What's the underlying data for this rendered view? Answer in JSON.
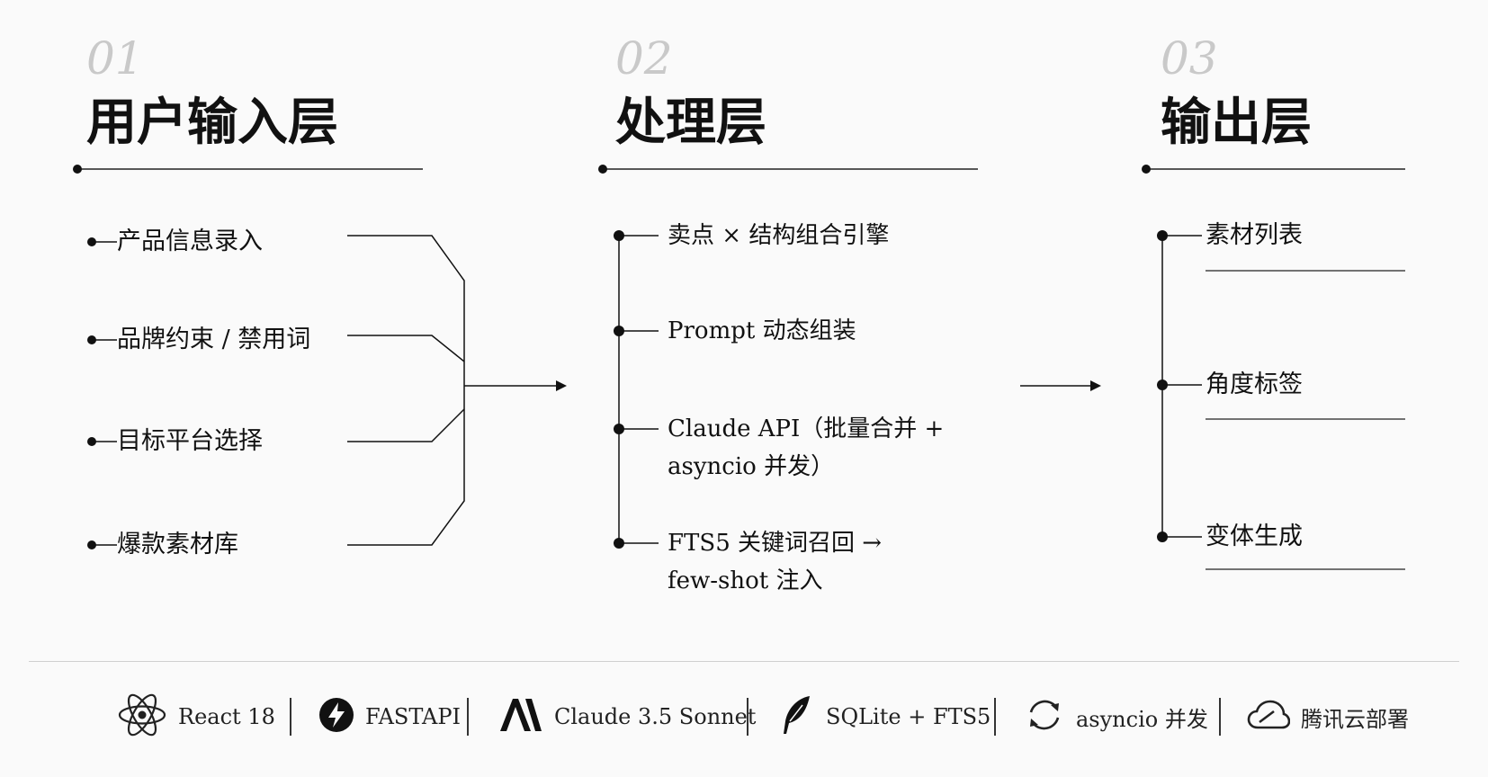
{
  "columns": [
    {
      "number": "01",
      "title": "用户输入层",
      "items": [
        "产品信息录入",
        "品牌约束 / 禁用词",
        "目标平台选择",
        "爆款素材库"
      ]
    },
    {
      "number": "02",
      "title": "处理层",
      "items": [
        {
          "line1": "卖点 × 结构组合引擎",
          "line2": ""
        },
        {
          "line1": "Prompt 动态组装",
          "line2": ""
        },
        {
          "line1": "Claude API（批量合并 +",
          "line2": "asyncio 并发）"
        },
        {
          "line1": "FTS5 关键词召回 →",
          "line2": "few-shot 注入"
        }
      ]
    },
    {
      "number": "03",
      "title": "输出层",
      "items": [
        "素材列表",
        "角度标签",
        "变体生成"
      ]
    }
  ],
  "tech_stack": [
    {
      "icon": "react-icon",
      "label": "React 18"
    },
    {
      "icon": "fastapi-icon",
      "label": "FASTAPI"
    },
    {
      "icon": "anthropic-icon",
      "label": "Claude 3.5 Sonnet"
    },
    {
      "icon": "sqlite-feather-icon",
      "label": "SQLite + FTS5"
    },
    {
      "icon": "sync-icon",
      "label": "asyncio 并发"
    },
    {
      "icon": "cloud-icon",
      "label": "腾讯云部署"
    }
  ],
  "colors": {
    "ink": "#111111",
    "number": "#c9c9c9",
    "background": "#fafafa",
    "divider": "#d0d0d0"
  }
}
